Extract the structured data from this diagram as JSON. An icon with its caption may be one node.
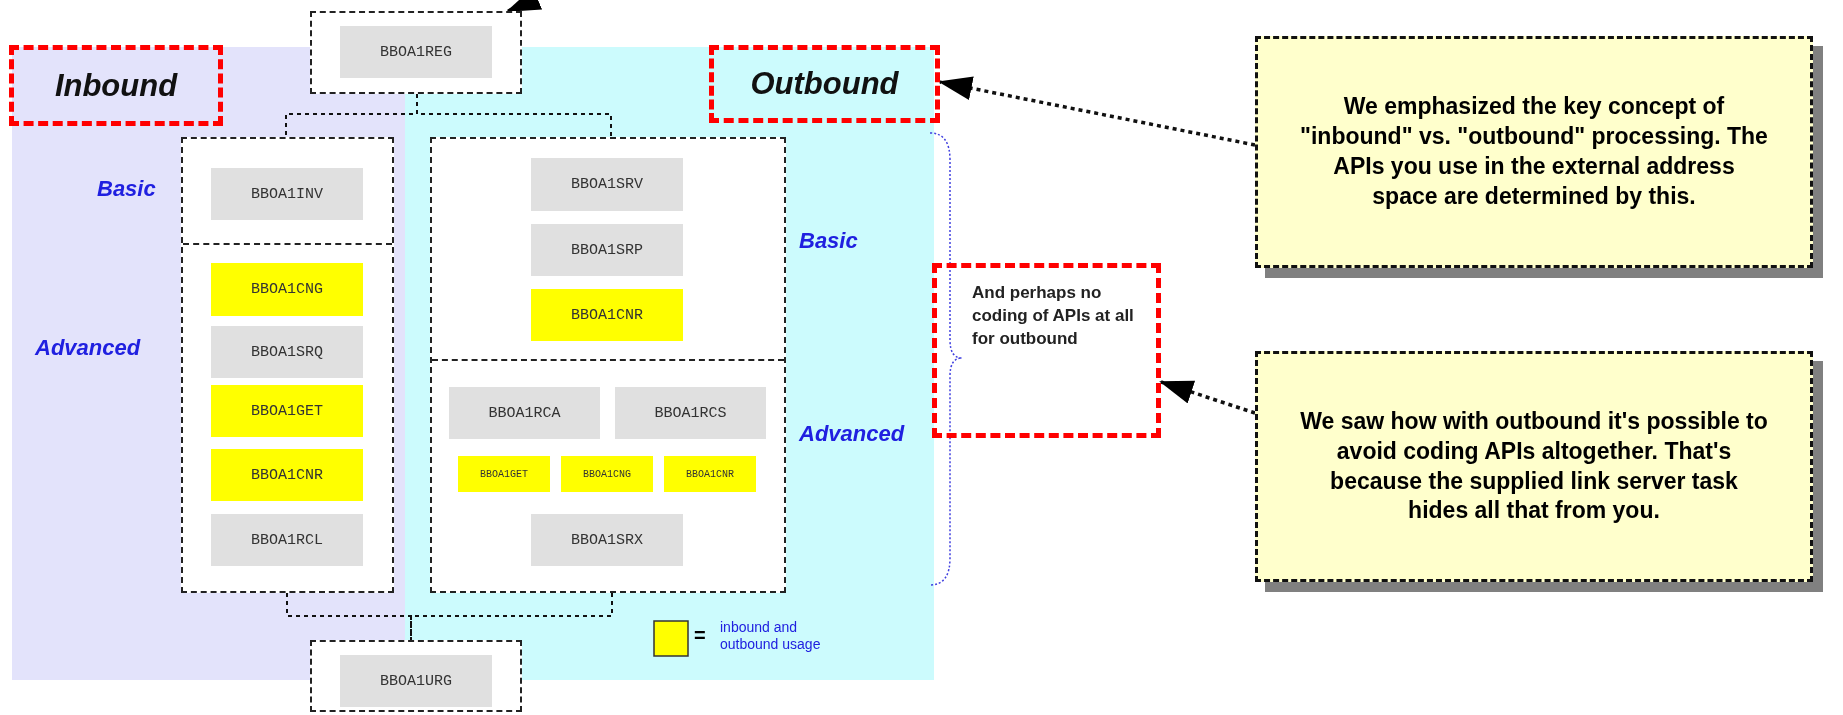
{
  "diagram": {
    "nodes": [
      {
        "text": [
          "Inbound"
        ]
      },
      {
        "text": [
          "BBOA1REG"
        ]
      },
      {
        "text": [
          "Outbound"
        ]
      },
      {
        "text": [
          "We emphasized the key concept of \"inbound\" vs. \"outbound\" processing.  The APIs you use in the external address space  are determined by this."
        ]
      },
      {
        "text": [],
        "shape": "box"
      },
      {
        "text": [
          "BBOA1INV"
        ],
        "in": 4
      },
      {
        "text": [
          "BBOA1CNG"
        ],
        "in": 4
      },
      {
        "text": [
          "BBOA1SRQ"
        ],
        "in": 4
      },
      {
        "text": [
          "BBOA1GET"
        ],
        "in": 4
      },
      {
        "text": [
          "BBOA1CNR"
        ],
        "in": 4
      },
      {
        "text": [
          "BBOA1RCL"
        ],
        "in": 4
      },
      {
        "text": [],
        "shape": "box"
      },
      {
        "text": [
          "BBOA1SRV"
        ],
        "in": 11
      },
      {
        "text": [
          "BBOA1SRP"
        ],
        "in": 11
      },
      {
        "text": [
          "BBOA1CNR"
        ],
        "in": 11
      },
      {
        "text": [
          "BBOA1RCA"
        ],
        "in": 11
      },
      {
        "text": [
          "BBOA1RCS"
        ],
        "in": 11
      },
      {
        "text": [
          "BBOA1GET"
        ],
        "in": 11
      },
      {
        "text": [
          "BBOA1CNG"
        ],
        "in": 11
      },
      {
        "text": [
          "BBOA1CNR"
        ],
        "in": 11
      },
      {
        "text": [
          "BBOA1SRX"
        ],
        "in": 11
      },
      {
        "text": [
          "And perhaps no coding of APIs at all for outbound"
        ]
      },
      {
        "text": [
          "We saw how with outbound it's possible to avoid coding APIs altogether.  That's because the supplied link server task hides all that from you."
        ]
      },
      {
        "text": [
          "BBOA1URG"
        ]
      }
    ],
    "edges": [
      {
        "from": null,
        "to": 1,
        "arrow": "to"
      },
      {
        "from": 1,
        "to": 4,
        "arrow": "none",
        "style": "dashed"
      },
      {
        "from": 1,
        "to": 11,
        "arrow": "none",
        "style": "dashed"
      },
      {
        "from": 4,
        "to": 23,
        "arrow": "none",
        "style": "dashed"
      },
      {
        "from": 11,
        "to": 23,
        "arrow": "none",
        "style": "dashed"
      },
      {
        "from": 3,
        "to": 2,
        "arrow": "to",
        "style": "dashed"
      },
      {
        "from": 22,
        "to": 21,
        "arrow": "to",
        "style": "dashed"
      }
    ],
    "labels": [
      "Basic",
      "Advanced",
      "Basic",
      "Advanced",
      "="
    ],
    "legend": [
      {
        "text": "inbound and outbound usage",
        "color": "#ffff00"
      }
    ]
  }
}
